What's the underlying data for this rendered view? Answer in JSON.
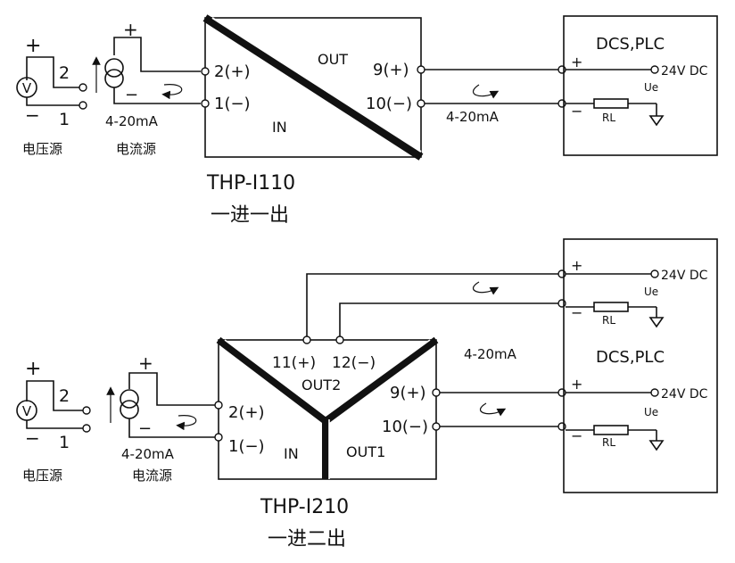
{
  "diagram_top": {
    "voltage_source": {
      "plus": "+",
      "minus": "−",
      "symbol": "V",
      "pin_high": "2",
      "pin_low": "1",
      "caption": "电压源"
    },
    "current_source": {
      "plus": "+",
      "minus": "−",
      "range": "4-20mA",
      "caption": "电流源"
    },
    "module": {
      "out_label": "OUT",
      "in_label": "IN",
      "in_pos": "2(+)",
      "in_neg": "1(−)",
      "out_pos": "9(+)",
      "out_neg": "10(−)"
    },
    "loop_current": "4-20mA",
    "dcs": {
      "title": "DCS,PLC",
      "plus": "+",
      "minus": "−",
      "supply": "24V DC",
      "ue": "Ue",
      "rl": "RL"
    },
    "model": "THP-I110",
    "description": "一进一出"
  },
  "diagram_bottom": {
    "voltage_source": {
      "plus": "+",
      "minus": "−",
      "symbol": "V",
      "pin_high": "2",
      "pin_low": "1",
      "caption": "电压源"
    },
    "current_source": {
      "plus": "+",
      "minus": "−",
      "range": "4-20mA",
      "caption": "电流源"
    },
    "module": {
      "in_label": "IN",
      "out1_label": "OUT1",
      "out2_label": "OUT2",
      "in_pos": "2(+)",
      "in_neg": "1(−)",
      "out1_pos": "9(+)",
      "out1_neg": "10(−)",
      "out2_pos": "11(+)",
      "out2_neg": "12(−)"
    },
    "loop_current": "4-20mA",
    "dcs": {
      "title": "DCS,PLC",
      "ch1": {
        "plus": "+",
        "minus": "−",
        "supply": "24V DC",
        "ue": "Ue",
        "rl": "RL"
      },
      "ch2": {
        "plus": "+",
        "minus": "−",
        "supply": "24V DC",
        "ue": "Ue",
        "rl": "RL"
      }
    },
    "model": "THP-I210",
    "description": "一进二出"
  }
}
